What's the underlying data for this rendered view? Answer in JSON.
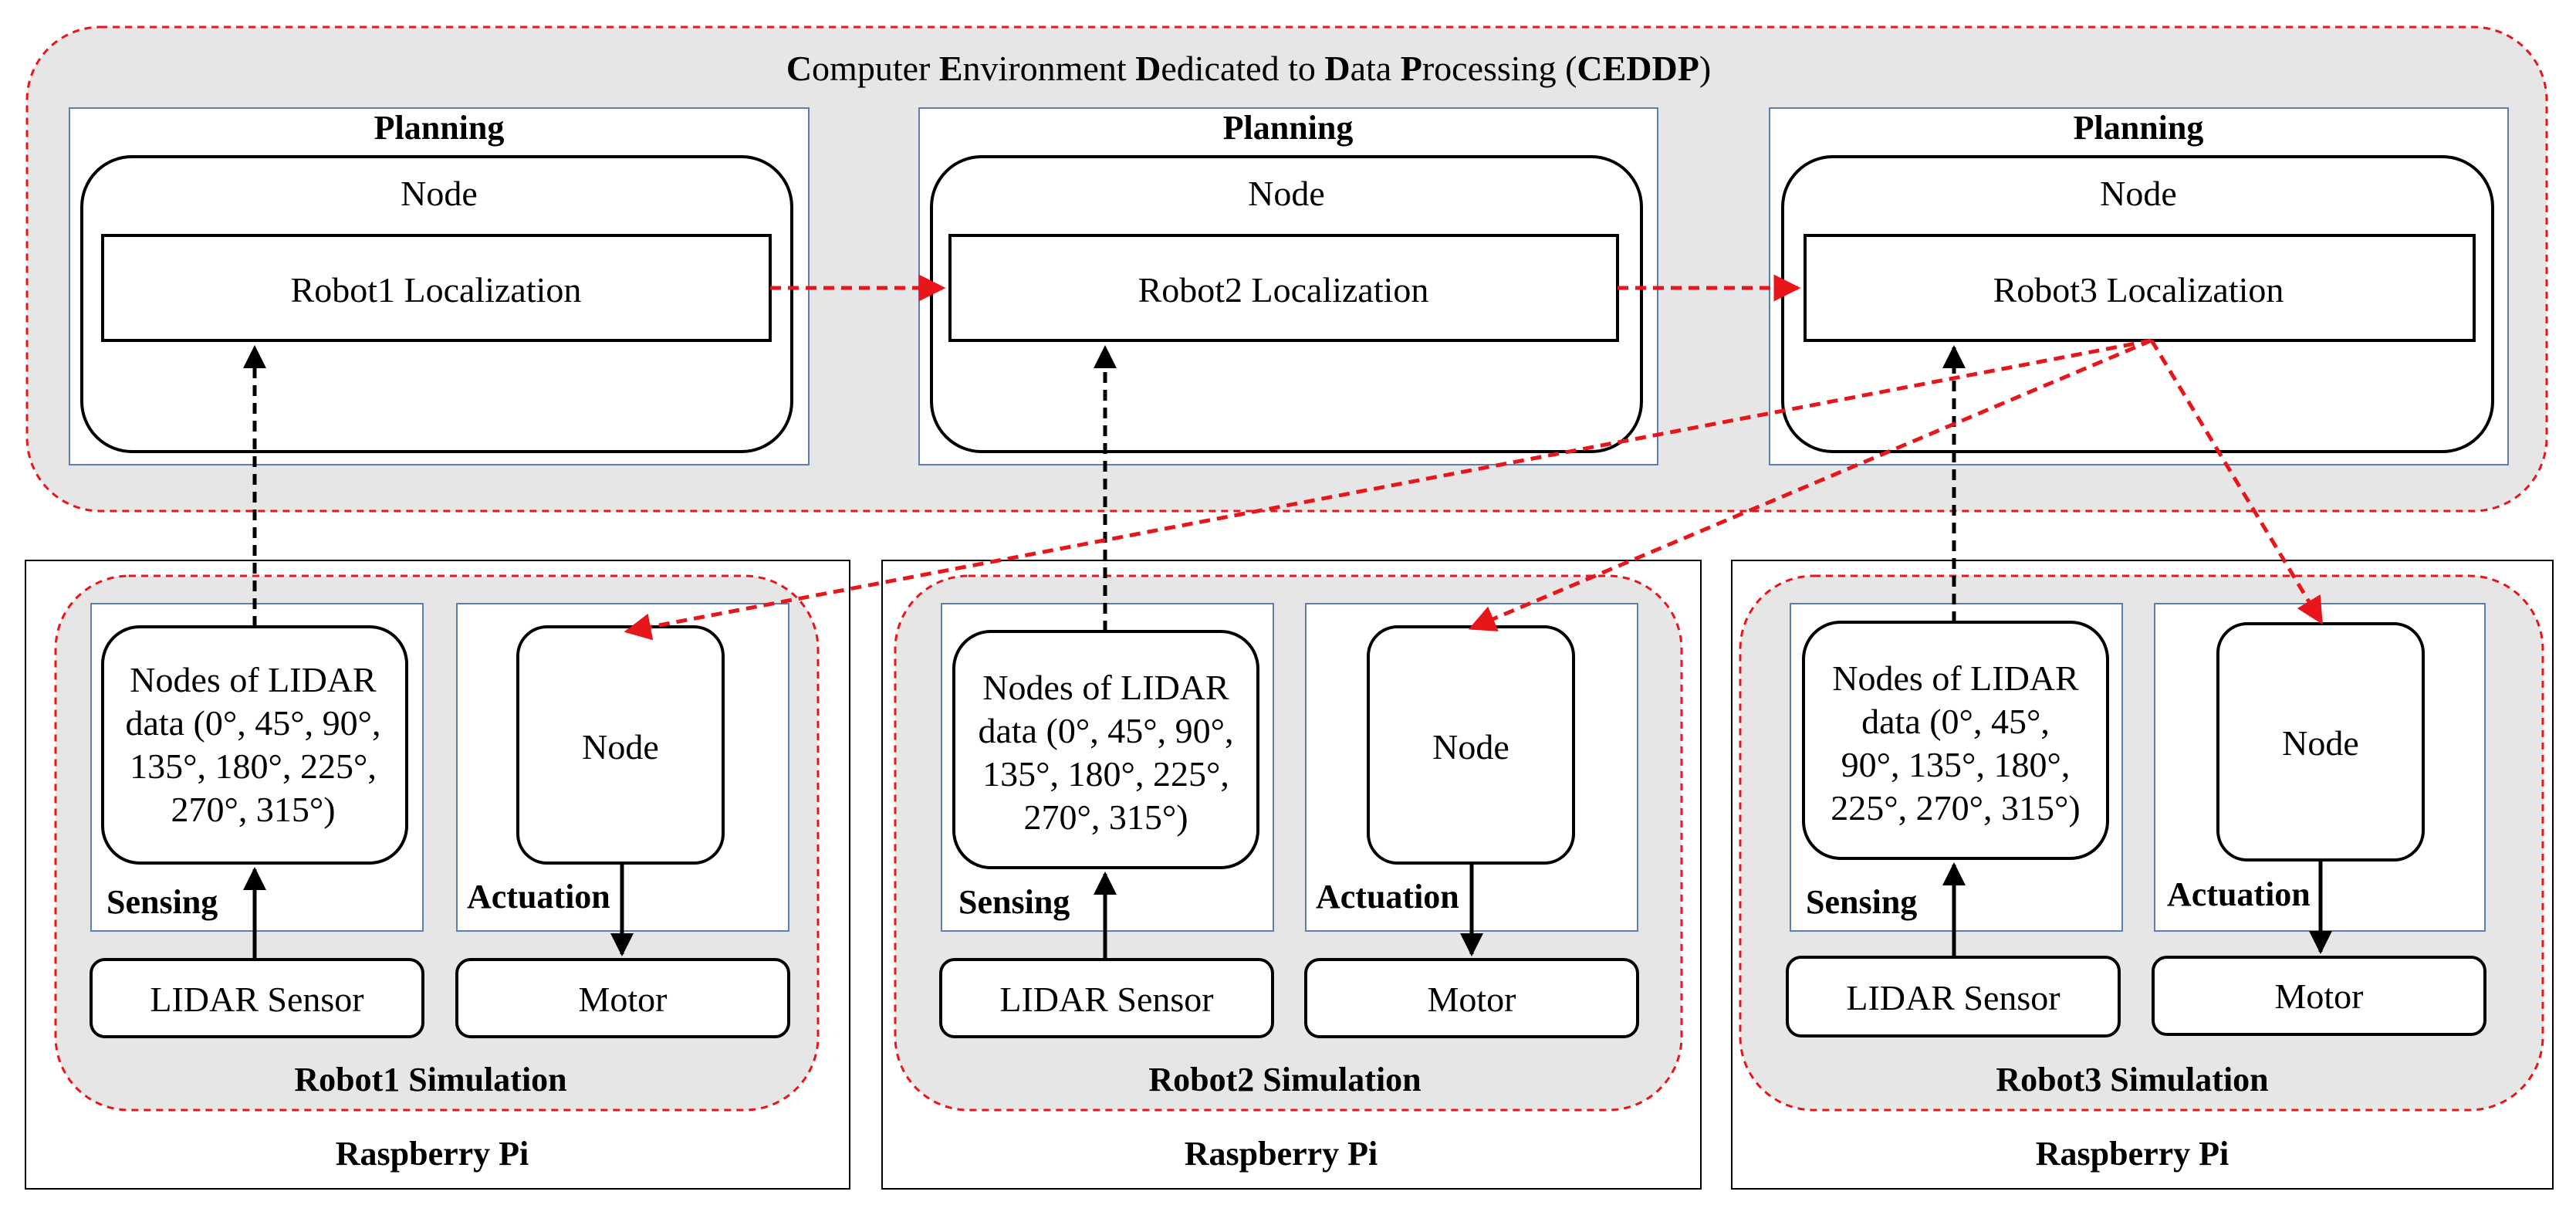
{
  "ceddp": {
    "title_parts": [
      {
        "text": "C",
        "bold": true
      },
      {
        "text": "omputer ",
        "bold": false
      },
      {
        "text": "E",
        "bold": true
      },
      {
        "text": "nvironment ",
        "bold": false
      },
      {
        "text": "D",
        "bold": true
      },
      {
        "text": "edicated to ",
        "bold": false
      },
      {
        "text": "D",
        "bold": true
      },
      {
        "text": "ata ",
        "bold": false
      },
      {
        "text": "P",
        "bold": true
      },
      {
        "text": "rocessing (",
        "bold": false
      },
      {
        "text": "CEDDP",
        "bold": true
      },
      {
        "text": ")",
        "bold": false
      }
    ]
  },
  "planning": [
    {
      "label": "Planning",
      "node": "Node",
      "localization": "Robot1 Localization"
    },
    {
      "label": "Planning",
      "node": "Node",
      "localization": "Robot2 Localization"
    },
    {
      "label": "Planning",
      "node": "Node",
      "localization": "Robot3 Localization"
    }
  ],
  "robots": [
    {
      "simulation": "Robot1 Simulation",
      "host": "Raspberry Pi",
      "sensing_label": "Sensing",
      "actuation_label": "Actuation",
      "lidar_nodes_lines": [
        "Nodes of LIDAR",
        "data (0°, 45°, 90°,",
        "135°, 180°, 225°,",
        "270°, 315°)"
      ],
      "actuation_node": "Node",
      "sensor": "LIDAR Sensor",
      "motor": "Motor"
    },
    {
      "simulation": "Robot2 Simulation",
      "host": "Raspberry Pi",
      "sensing_label": "Sensing",
      "actuation_label": "Actuation",
      "lidar_nodes_lines": [
        "Nodes of LIDAR",
        "data (0°, 45°, 90°,",
        "135°, 180°, 225°,",
        "270°, 315°)"
      ],
      "actuation_node": "Node",
      "sensor": "LIDAR Sensor",
      "motor": "Motor"
    },
    {
      "simulation": "Robot3 Simulation",
      "host": "Raspberry Pi",
      "sensing_label": "Sensing",
      "actuation_label": "Actuation",
      "lidar_nodes_lines": [
        "Nodes of LIDAR",
        "data (0°, 45°,",
        "90°, 135°, 180°,",
        "225°, 270°, 315°)"
      ],
      "actuation_node": "Node",
      "sensor": "LIDAR Sensor",
      "motor": "Motor"
    }
  ],
  "colors": {
    "ceddp_fill": "#e6e6e6",
    "dashed_red": "#e8161b",
    "panel_border": "#5b7fb0",
    "line": "#000000"
  }
}
